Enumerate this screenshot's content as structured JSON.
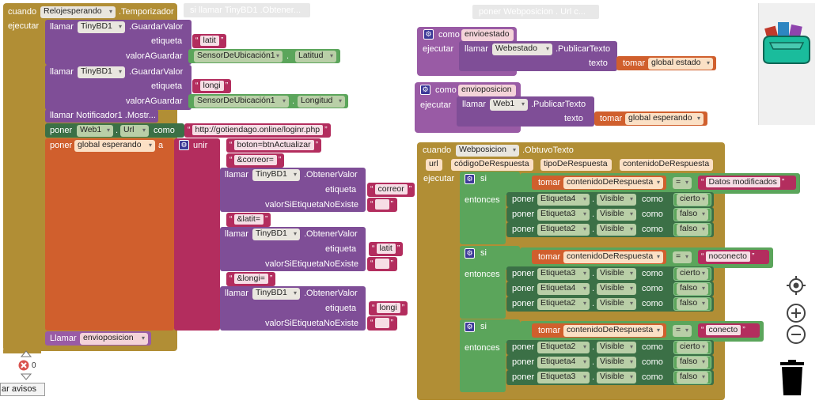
{
  "ghosts": {
    "g1": "si llamar  TinyBD1 .Obtener...",
    "g2": "poner  Webposicion . Url  c..."
  },
  "timer": {
    "when": "cuando",
    "comp": "Relojesperando",
    "event": ".Temporizador",
    "do": "ejecutar"
  },
  "b1": {
    "call": "llamar",
    "comp": "TinyBD1",
    "method": ".GuardarValor",
    "tag_l": "etiqueta",
    "tag_v": "latit",
    "val_l": "valorAGuardar",
    "sensor": "SensorDeUbicación1",
    "prop": "Latitud"
  },
  "b2": {
    "call": "llamar",
    "comp": "TinyBD1",
    "method": ".GuardarValor",
    "tag_l": "etiqueta",
    "tag_v": "longi",
    "val_l": "valorAGuardar",
    "sensor": "SensorDeUbicación1",
    "prop": "Longitud"
  },
  "notif": {
    "text": "llamar  Notificador1 .Mostr..."
  },
  "seturl": {
    "set": "poner",
    "comp": "Web1",
    "prop": "Url",
    "as": "como",
    "url": "http://gotiendago.online/loginr.php"
  },
  "setglob": {
    "set": "poner",
    "var": "global esperando",
    "to": "a",
    "join": "unir",
    "s1": "boton=btnActualizar",
    "s2": "&correor=",
    "g1_call": "llamar",
    "g1_comp": "TinyBD1",
    "g1_method": ".ObtenerValor",
    "g1_tag": "etiqueta",
    "g1_tagv": "correor",
    "g1_def": "valorSiEtiquetaNoExiste",
    "s3": "&latit=",
    "g2_call": "llamar",
    "g2_comp": "TinyBD1",
    "g2_method": ".ObtenerValor",
    "g2_tag": "etiqueta",
    "g2_tagv": "latit",
    "g2_def": "valorSiEtiquetaNoExiste",
    "s4": "&longi=",
    "g3_call": "llamar",
    "g3_comp": "TinyBD1",
    "g3_method": ".ObtenerValor",
    "g3_tag": "etiqueta",
    "g3_tagv": "longi",
    "g3_def": "valorSiEtiquetaNoExiste"
  },
  "callproc": {
    "call": "Llamar",
    "proc": "envioposicion"
  },
  "proc1": {
    "as": "como",
    "name": "envioestado",
    "do": "ejecutar",
    "call": "llamar",
    "comp": "Webestado",
    "method": ".PublicarTexto",
    "text": "texto",
    "get": "tomar",
    "var": "global estado"
  },
  "proc2": {
    "as": "como",
    "name": "envioposicion",
    "do": "ejecutar",
    "call": "llamar",
    "comp": "Web1",
    "method": ".PublicarTexto",
    "text": "texto",
    "get": "tomar",
    "var": "global esperando"
  },
  "gottext": {
    "when": "cuando",
    "comp": "Webposicion",
    "event": ".ObtuvoTexto",
    "p1": "url",
    "p2": "códigoDeRespuesta",
    "p3": "tipoDeRespuesta",
    "p4": "contenidoDeRespuesta",
    "do": "ejecutar",
    "if": "si",
    "then": "entonces",
    "get": "tomar",
    "var": "contenidoDeRespuesta",
    "eq": "=",
    "set": "poner",
    "vis": "Visible",
    "as": "como",
    "true": "cierto",
    "false": "falso",
    "if1": {
      "str": "Datos modificados",
      "rows": [
        {
          "comp": "Etiqueta4",
          "val": "cierto"
        },
        {
          "comp": "Etiqueta3",
          "val": "falso"
        },
        {
          "comp": "Etiqueta2",
          "val": "falso"
        }
      ]
    },
    "if2": {
      "str": "noconecto",
      "rows": [
        {
          "comp": "Etiqueta3",
          "val": "cierto"
        },
        {
          "comp": "Etiqueta4",
          "val": "falso"
        },
        {
          "comp": "Etiqueta2",
          "val": "falso"
        }
      ]
    },
    "if3": {
      "str": "conecto",
      "rows": [
        {
          "comp": "Etiqueta2",
          "val": "cierto"
        },
        {
          "comp": "Etiqueta4",
          "val": "falso"
        },
        {
          "comp": "Etiqueta3",
          "val": "falso"
        }
      ]
    }
  },
  "warnings": {
    "count": "0",
    "toggle": "ar avisos"
  },
  "colors": {
    "gold": "#b18e35",
    "purple": "#7f4e97",
    "green": "#5ba55b",
    "red": "#b32d5e",
    "orange": "#d05f2d",
    "darkgreen": "#3b7046",
    "procpurple": "#995ba5"
  }
}
